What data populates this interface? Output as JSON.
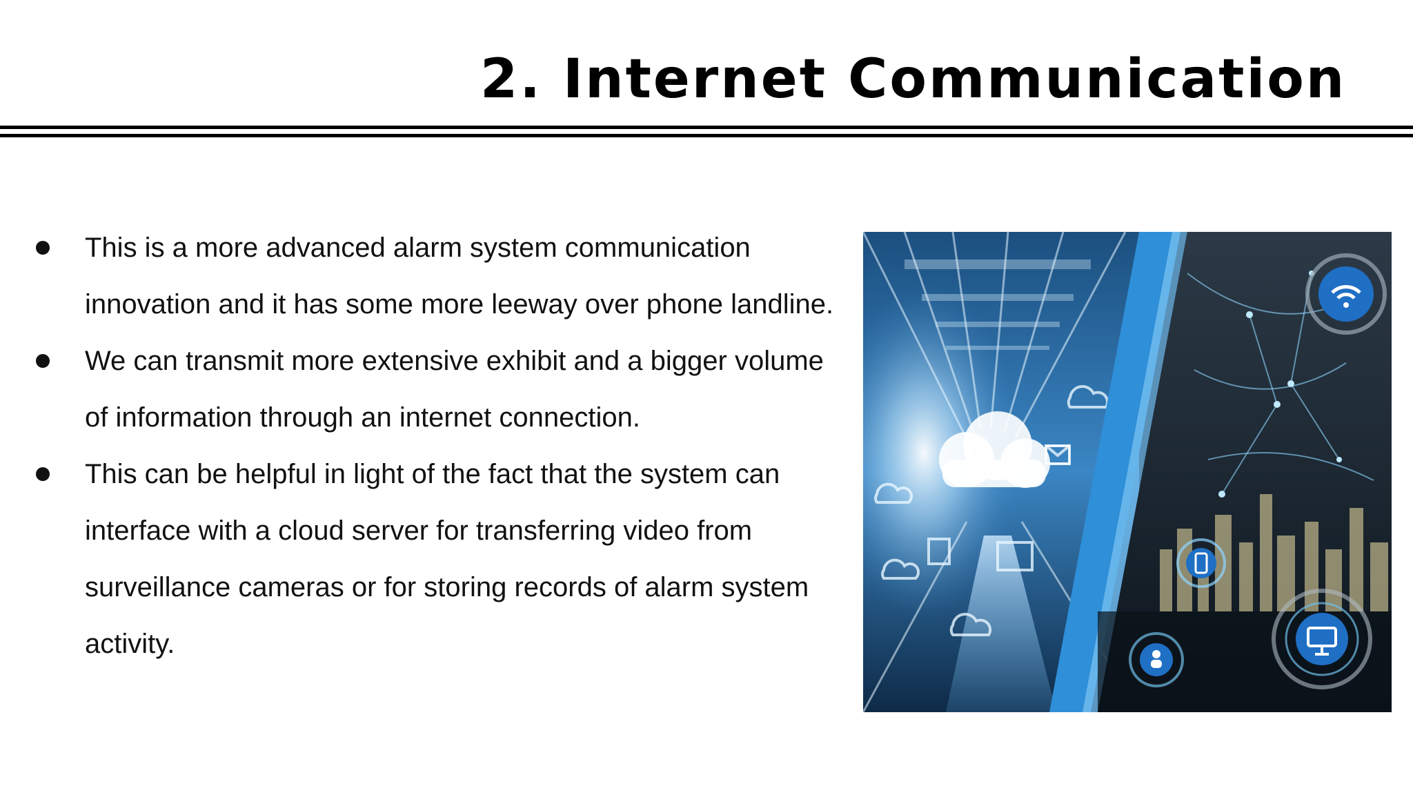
{
  "slide": {
    "title": "2. Internet Communication",
    "bullets": [
      "This is a more advanced alarm system communication innovation and it has some more leeway over phone landline.",
      "We can transmit more extensive exhibit and a bigger volume of information through an internet connection.",
      "This can be helpful in light of the fact that the system can interface with a cloud server for transferring video from surveillance cameras or for storing records of alarm system activity."
    ]
  },
  "image": {
    "icons": [
      "cloud-icon",
      "wifi-icon",
      "monitor-icon",
      "mail-icon",
      "phone-icon",
      "people-icon"
    ],
    "colors": {
      "accent_blue": "#2f8fd8",
      "glow": "#9fd8ff",
      "dark_left": "#0d2742",
      "dark_right": "#1a2733"
    }
  }
}
